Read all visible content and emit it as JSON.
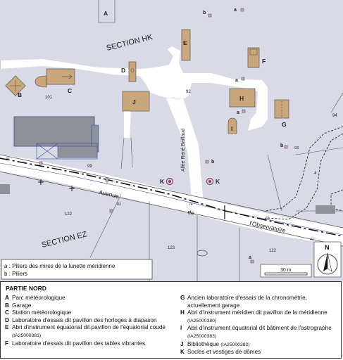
{
  "map": {
    "section_hk": "SECTION HK",
    "section_ez": "SECTION EZ",
    "street_words": [
      "Avenue",
      "de",
      "l'Observatoire"
    ],
    "allee": "Allée René Baillaud",
    "parcels": [
      "101",
      "99",
      "122",
      "123",
      "122",
      "92",
      "93",
      "94",
      "4",
      "36",
      "83",
      "74",
      "42",
      "41"
    ],
    "building_letters": {
      "A": "A",
      "B": "B",
      "C": "C",
      "D": "D",
      "E": "E",
      "F": "F",
      "G": "G",
      "H": "H",
      "I": "I",
      "J": "J",
      "K1": "K",
      "K2": "K"
    },
    "small_letters": [
      "a",
      "a",
      "a",
      "a",
      "b",
      "b",
      "b"
    ],
    "scale_label": "30 m",
    "north_label": "N",
    "inset_legend": [
      "a : Piliers des mires de la lunette méridienne",
      "b : Piliers"
    ],
    "colors": {
      "land": "#d8dbe6",
      "road": "#ffffff",
      "building": "#c9a77a",
      "gray_block": "#8f9198",
      "blue_line": "#3a4a9a"
    }
  },
  "legend": {
    "title": "PARTIE NORD",
    "left": [
      {
        "key": "A",
        "text": "Parc météorologique",
        "ref": ""
      },
      {
        "key": "B",
        "text": "Garage",
        "ref": ""
      },
      {
        "key": "C",
        "text": "Station météorologique",
        "ref": ""
      },
      {
        "key": "D",
        "text": "Laboratoire d'essais dit pavillon des horloges à diapason",
        "ref": ""
      },
      {
        "key": "E",
        "text": "Abri d'instrument équatorial dit pavillon de l'équatorial coudé",
        "ref": "(IA25000381)"
      },
      {
        "key": "F",
        "text": "Laboratoire d'essais dit pavillon des tables vibrantes",
        "ref": ""
      }
    ],
    "right": [
      {
        "key": "G",
        "text": "Ancien laboratoire d'essais de la chronométrie, actuellement garage",
        "ref": ""
      },
      {
        "key": "H",
        "text": "Abri d'instrument méridien dit pavillon de la méridienne",
        "ref": "(IA25000380)"
      },
      {
        "key": "I",
        "text": "Abri d'instrument équatorial dit bâtiment de l'astrographe",
        "ref": "(IA25000383)"
      },
      {
        "key": "J",
        "text": "Bibliothèque",
        "ref": "(IA25000382)"
      },
      {
        "key": "K",
        "text": "Socles et vestiges de dômes",
        "ref": ""
      }
    ]
  }
}
